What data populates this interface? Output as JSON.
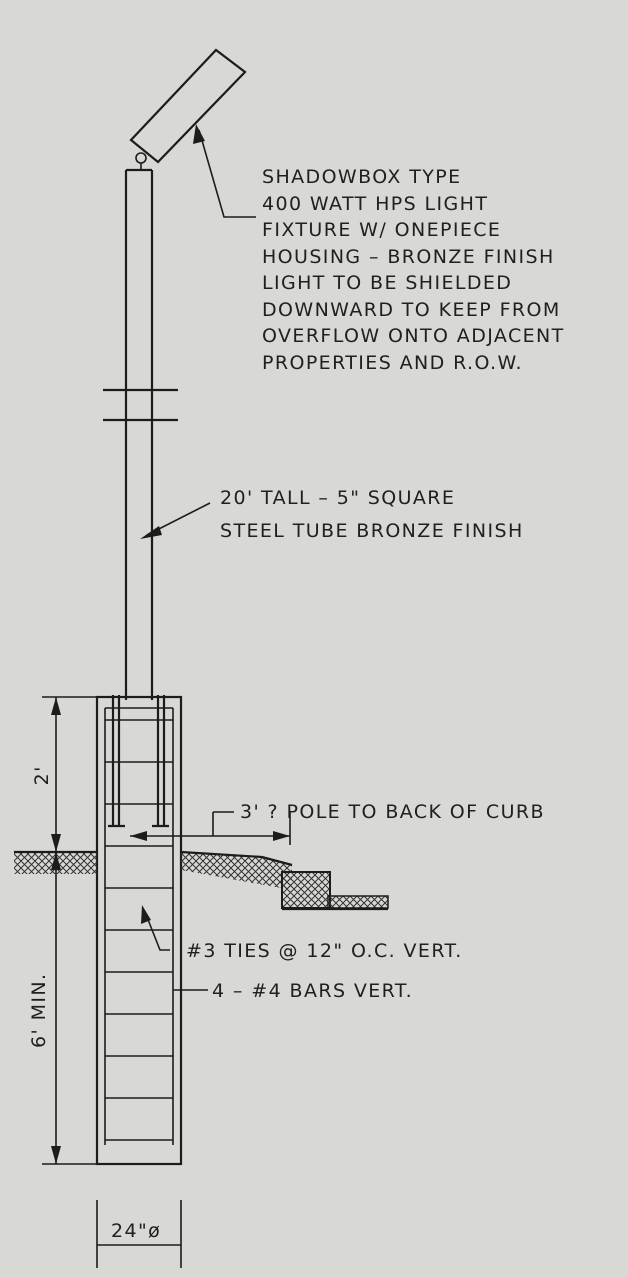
{
  "fixture_note": {
    "lines": [
      "SHADOWBOX TYPE",
      "400 WATT HPS LIGHT",
      "FIXTURE W/ ONEPIECE",
      "HOUSING – BRONZE FINISH",
      "LIGHT TO BE SHIELDED",
      "DOWNWARD TO KEEP FROM",
      "OVERFLOW ONTO ADJACENT",
      "PROPERTIES AND R.O.W."
    ]
  },
  "pole_note": {
    "lines": [
      "20' TALL – 5\" SQUARE",
      "STEEL TUBE BRONZE FINISH"
    ]
  },
  "curb_note": "3' ? POLE TO BACK OF CURB",
  "ties_note": "#3 TIES @ 12\" O.C. VERT.",
  "bars_note": "4 – #4 BARS VERT.",
  "dim_above_grade": "2'",
  "dim_below_grade": "6' MIN.",
  "dim_diameter": "24\"ø"
}
